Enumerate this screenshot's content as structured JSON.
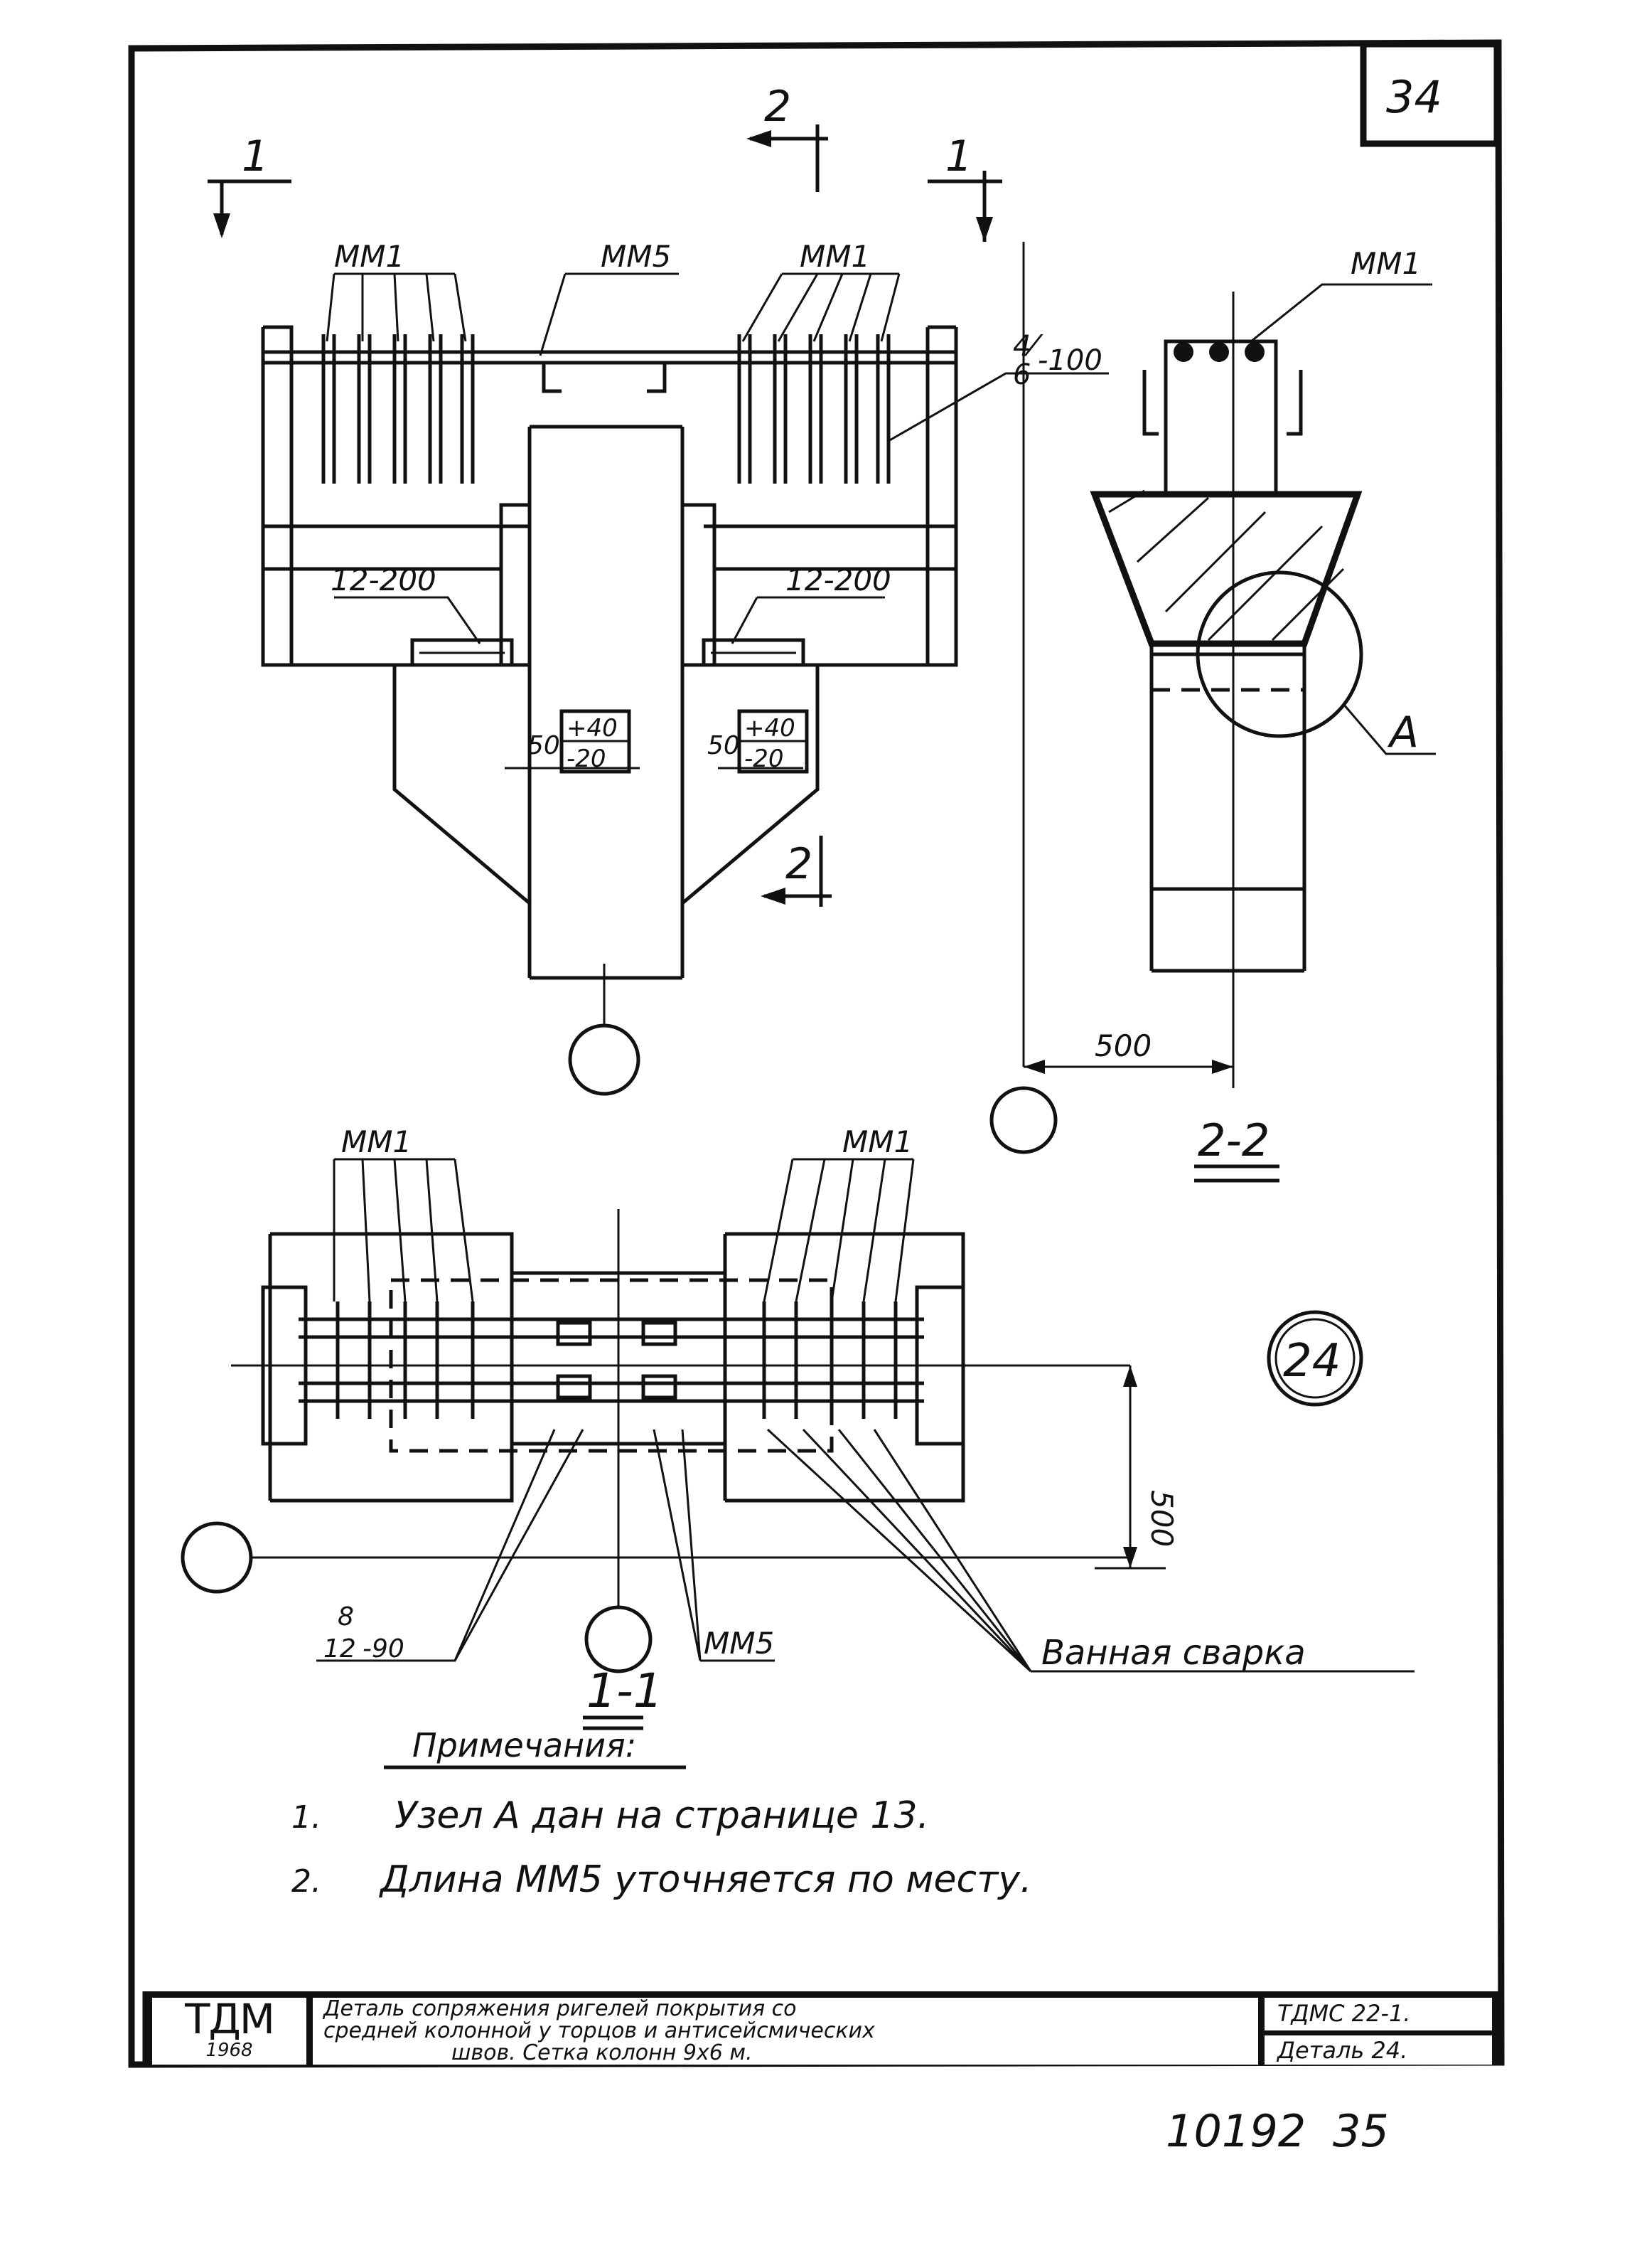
{
  "sheet": {
    "page_number": "34",
    "archive_number": "10192",
    "page_number_2": "35"
  },
  "section_marks": {
    "s1": "1",
    "s2": "2",
    "sec_2_2": "2-2",
    "sec_1_1": "1-1"
  },
  "labels": {
    "mm1": "MM1",
    "mm5_top": "MM5",
    "mm5_bottom": "MM5",
    "rebar_top": "4⁄",
    "rebar_top_den": "6",
    "rebar_top_step": "-100",
    "grid_left": "12-200",
    "grid_right": "12-200",
    "dim_50": "50",
    "tol_plus": "+40",
    "tol_minus": "-20",
    "dim_500_h": "500",
    "dim_500_v": "500",
    "node_a": "A",
    "rebar_bottom_num": "8",
    "rebar_bottom_den": "12",
    "rebar_bottom_step": "-90",
    "bath_weld": "Ванная сварка",
    "detail_no": "24"
  },
  "notes": {
    "title": "Примечания:",
    "items": [
      {
        "num": "1.",
        "text": "Узел А дан на странице 13."
      },
      {
        "num": "2.",
        "text": "Длина ММ5 уточняется по месту."
      }
    ]
  },
  "title_block": {
    "org": "ТДМ",
    "year": "1968",
    "line1": "Деталь сопряжения ригелей покрытия со",
    "line2": "средней колонной у торцов и антисейсмических",
    "line3": "швов. Сетка колонн 9х6 м.",
    "code": "ТДМС 22-1.",
    "detail": "Деталь 24."
  }
}
